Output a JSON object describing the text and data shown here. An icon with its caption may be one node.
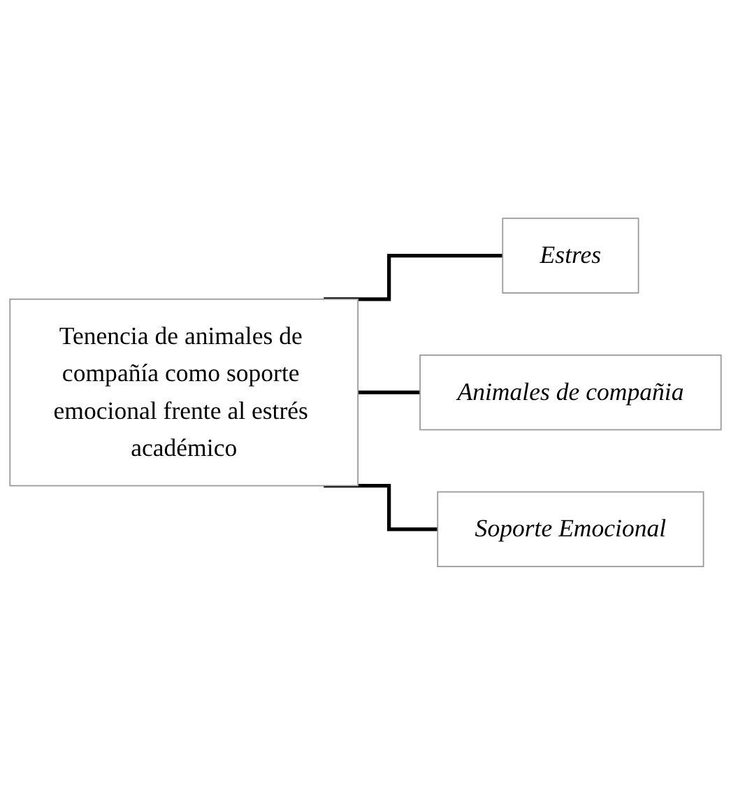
{
  "diagram": {
    "nodes": [
      {
        "text": [
          "Tenencia de animales de compañía como soporte emocional frente al estrés académico"
        ]
      },
      {
        "text": [
          "Estres"
        ]
      },
      {
        "text": [
          "Animales de compañia"
        ]
      },
      {
        "text": [
          "Soporte Emocional"
        ]
      }
    ],
    "edges": [
      {
        "from": 0,
        "to": 1,
        "arrow": "none"
      },
      {
        "from": 0,
        "to": 2,
        "arrow": "none"
      },
      {
        "from": 0,
        "to": 3,
        "arrow": "none"
      }
    ]
  }
}
